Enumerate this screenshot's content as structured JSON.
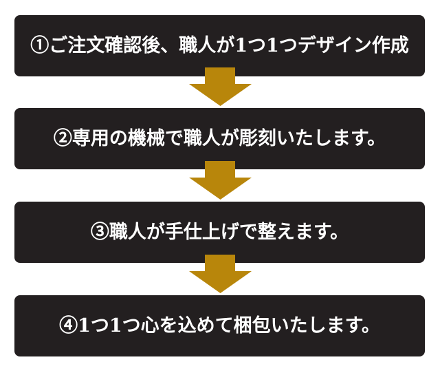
{
  "flow": {
    "colors": {
      "box_fill": "#231f20",
      "text": "#ffffff",
      "arrow": "#b8860b",
      "background": "#ffffff"
    },
    "steps": [
      {
        "label": "①ご注文確認後、職人が1つ1つデザイン作成"
      },
      {
        "label": "②専用の機械で職人が彫刻いたします。"
      },
      {
        "label": "③職人が手仕上げで整えます。"
      },
      {
        "label": "④1つ1つ心を込めて梱包いたします。"
      }
    ],
    "arrows": [
      {
        "icon": "down-arrow-icon"
      },
      {
        "icon": "down-arrow-icon"
      },
      {
        "icon": "down-arrow-icon"
      }
    ]
  }
}
